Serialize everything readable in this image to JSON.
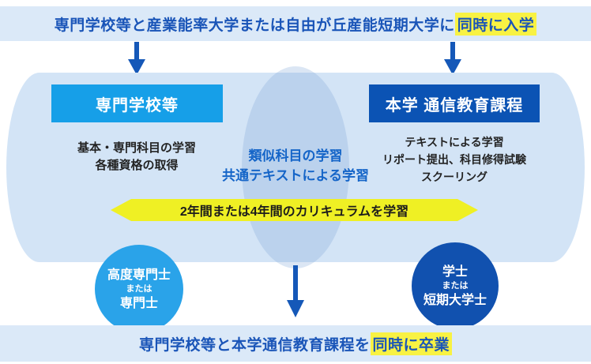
{
  "colors": {
    "banner_bg": "#dbe9f8",
    "banner_text": "#1a55b8",
    "highlight_yellow": "#f8f243",
    "body_bg": "#d3e4f6",
    "lens_tint": "#bfd6ef",
    "school_box": "#169fe8",
    "university_box": "#0b53b4",
    "school_circle": "#2aa3e9",
    "university_circle": "#1151af",
    "ribbon_yellow": "#eff024",
    "arrow_blue": "#1558b8",
    "shared_text": "#1565c8",
    "detail_text": "#232323"
  },
  "top_banner": {
    "text": "専門学校等と産業能率大学または自由が丘産能短期大学に",
    "highlight": "同時に入学"
  },
  "columns": {
    "school": {
      "title": "専門学校等",
      "details": [
        "基本・専門科目の学習",
        "各種資格の取得"
      ],
      "degree": {
        "line1": "高度専門士",
        "line2": "または",
        "line3": "専門士"
      }
    },
    "shared": {
      "details": [
        "類似科目の学習",
        "共通テキストによる学習"
      ]
    },
    "university": {
      "title": "本学 通信教育課程",
      "details": [
        "テキストによる学習",
        "リポート提出、科目修得試験",
        "スクーリング"
      ],
      "degree": {
        "line1": "学士",
        "line2": "または",
        "line3": "短期大学士"
      }
    }
  },
  "ribbon": {
    "label": "2年間または4年間のカリキュラムを学習"
  },
  "bottom_banner": {
    "text": "専門学校等と本学通信教育課程を",
    "highlight": "同時に卒業"
  }
}
